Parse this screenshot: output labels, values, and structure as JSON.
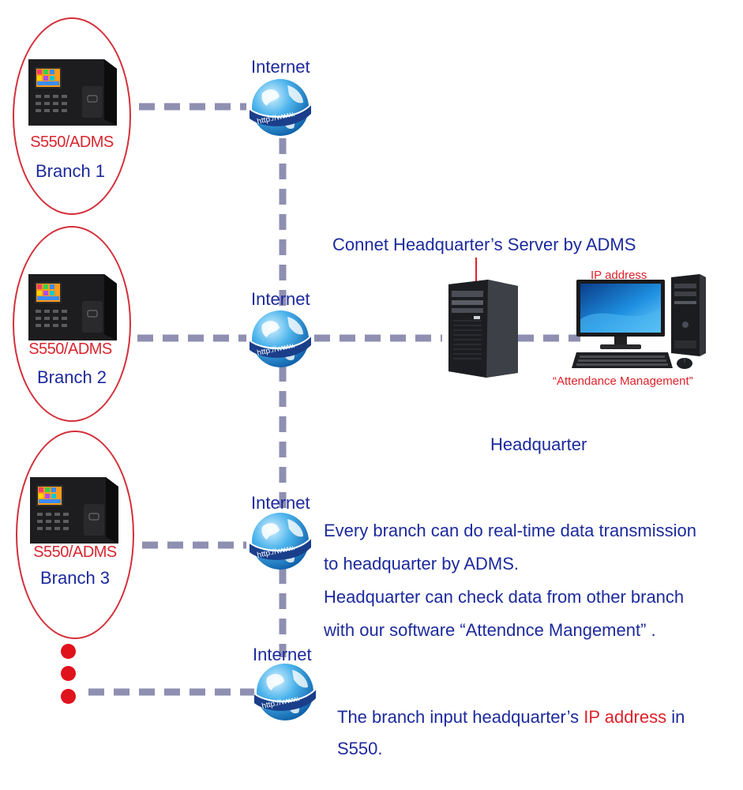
{
  "branches": [
    {
      "model": "S550/ADMS",
      "name": "Branch 1"
    },
    {
      "model": "S550/ADMS",
      "name": "Branch 2"
    },
    {
      "model": "S550/ADMS",
      "name": "Branch 3"
    }
  ],
  "internet_labels": [
    "Internet",
    "Internet",
    "Internet",
    "Internet"
  ],
  "globe_text": "http://www.",
  "server_caption": "Connet Headquarter’s Server by ADMS",
  "pc_ip_label": "IP address",
  "pc_software_label": "“Attendance Management”",
  "headquarter_label": "Headquarter",
  "info_lines": [
    "Every branch can do real-time data transmission",
    "to headquarter by ADMS.",
    "Headquarter can check data from other branch",
    "with our software “Attendnce Mangement” ."
  ],
  "note": {
    "part1": "The branch input  headquarter’s ",
    "highlight": "IP address",
    "part2": " in",
    "line2": "S550."
  },
  "colors": {
    "link": "#8f8fb2",
    "accent_red": "#e0212a",
    "text_blue": "#1c2a9c"
  }
}
